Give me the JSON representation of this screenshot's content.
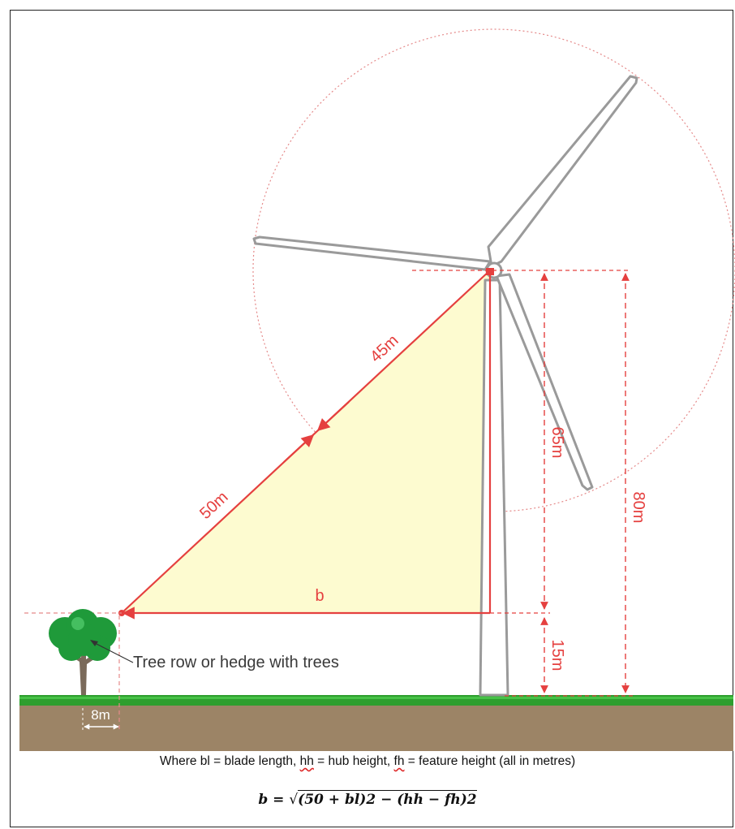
{
  "labels": {
    "rotor_segment": "45m",
    "buffer_segment": "50m",
    "horizontal": "b",
    "hub_height_above_feature": "65m",
    "total_hub_height": "80m",
    "feature_height": "15m",
    "feature_width": "8m",
    "tree_label": "Tree row or hedge with trees"
  },
  "caption": {
    "prefix": "Where bl = blade length, ",
    "hh": "hh",
    "mid1": " = hub height, ",
    "fh": "fh",
    "suffix": " = feature height (all in metres)"
  },
  "formula": {
    "lhs": "b = ",
    "radical": "√",
    "radicand": "(50 + bl)2 − (hh − fh)2"
  },
  "colors": {
    "accent_red": "#e5403f",
    "triangle_fill": "#fdfbd0",
    "grass": "#2e9e2e",
    "soil": "#9c8466",
    "tree_green": "#1f9a3a",
    "turbine_gray": "#8c8c8c"
  }
}
